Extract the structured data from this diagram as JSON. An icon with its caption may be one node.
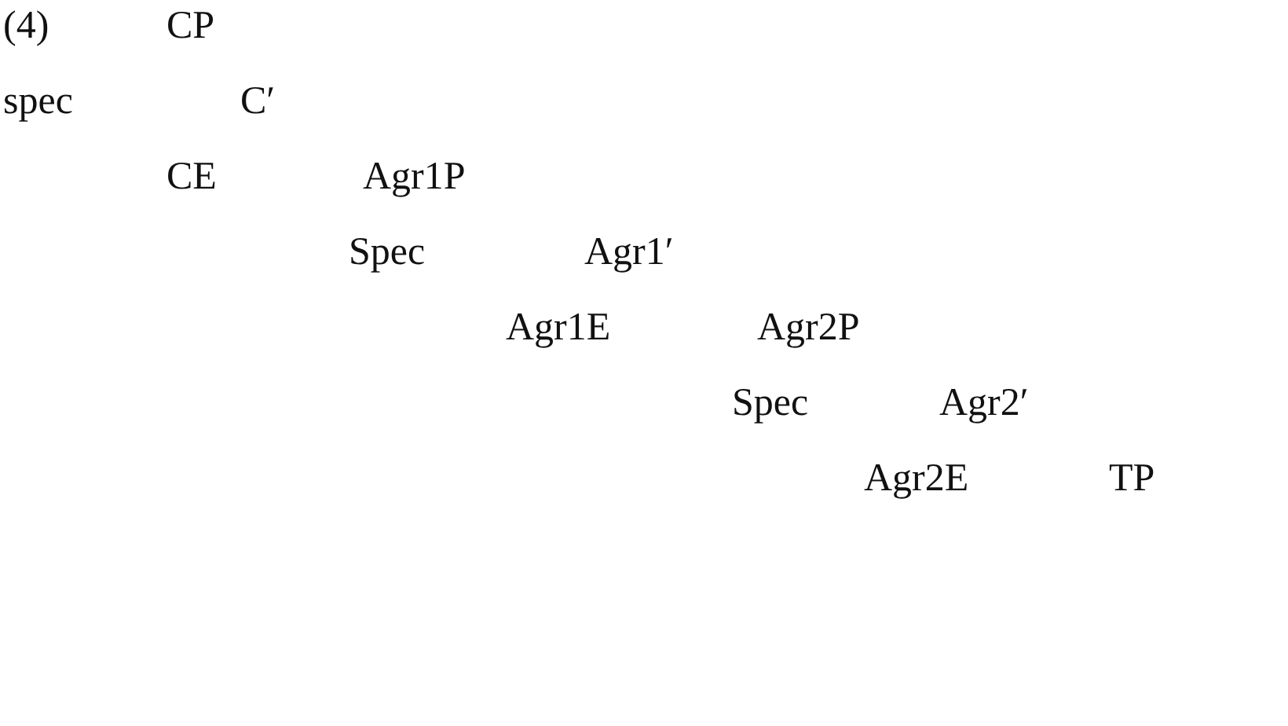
{
  "diagram": {
    "labels": [
      "(4)",
      "CP",
      "spec",
      "C′",
      "CE",
      "Agr1P",
      "Spec",
      "Agr1′",
      "Agr1E",
      "Agr2P",
      "Spec",
      "Agr2′",
      "Agr2E",
      "TP"
    ]
  }
}
